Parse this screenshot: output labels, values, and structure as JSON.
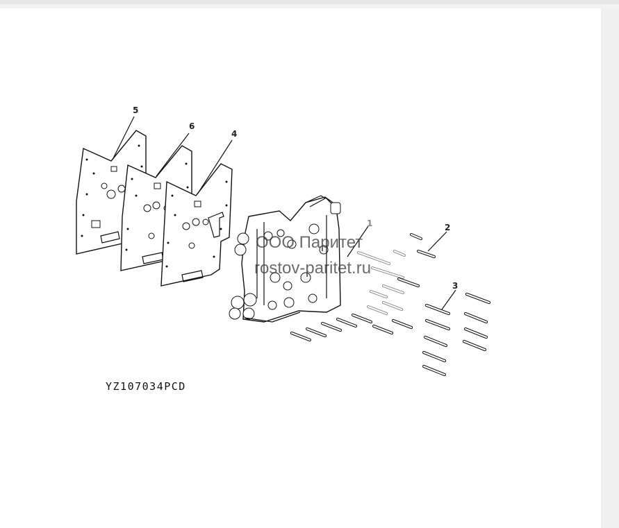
{
  "diagram": {
    "callouts": {
      "c1": "1",
      "c2": "2",
      "c3": "3",
      "c4": "4",
      "c5": "5",
      "c6": "6"
    },
    "drawing_code": "YZ107034PCD",
    "watermark": {
      "line1": "ООО Паритет",
      "line2": "rostov-paritet.ru"
    }
  }
}
